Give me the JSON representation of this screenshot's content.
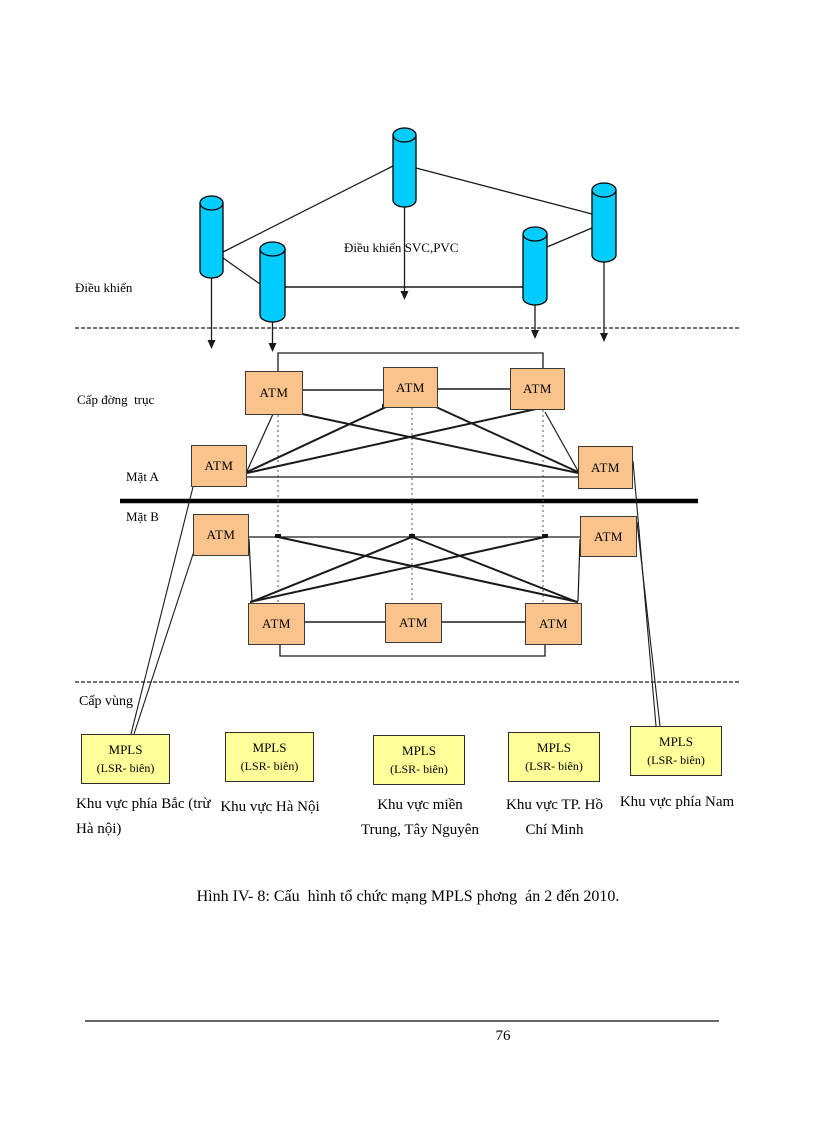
{
  "page": {
    "number": "76"
  },
  "caption": "Hình IV- 8: Cấu  hình tổ chức mạng MPLS phơng  án 2 đến 2010.",
  "layers": {
    "control": "Điều khiển",
    "control_center": "Điều khiển SVC,PVC",
    "backbone": "Cấp đờng  trục",
    "plane_a": "Mặt A",
    "plane_b": "Mặt B",
    "region": "Cấp vùng"
  },
  "nodes": {
    "atm": "ATM",
    "mpls_line1": "MPLS",
    "mpls_line2": "(LSR- biên)"
  },
  "regions": [
    {
      "line1": "Khu vực phía Bắc (trừ",
      "line2": "Hà nội)"
    },
    {
      "line1": "Khu vực Hà Nội",
      "line2": ""
    },
    {
      "line1": "Khu vực miền",
      "line2": "Trung, Tây Nguyên"
    },
    {
      "line1": "Khu vực TP. Hồ",
      "line2": "Chí Minh"
    },
    {
      "line1": "Khu vực phía Nam",
      "line2": ""
    }
  ],
  "colors": {
    "cylinder": "#00CCFF",
    "atm_box": "#FAC38C",
    "mpls_box": "#FFFF99",
    "line": "#000000"
  }
}
